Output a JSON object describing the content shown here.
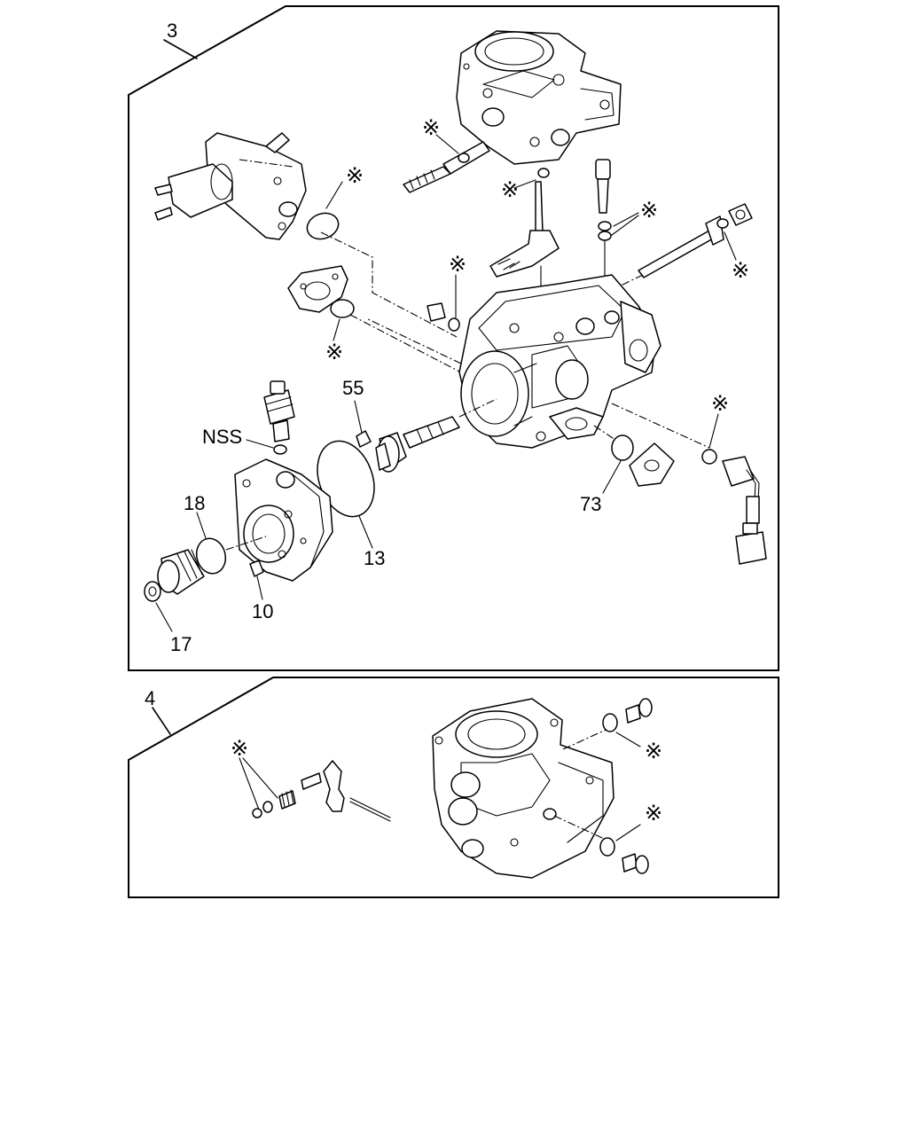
{
  "diagram": {
    "star": "※"
  },
  "panels": [
    {
      "number": "3"
    },
    {
      "number": "4"
    }
  ],
  "callouts": {
    "c55": "55",
    "nss": "NSS",
    "c18": "18",
    "c13": "13",
    "c73": "73",
    "c10": "10",
    "c17": "17"
  }
}
